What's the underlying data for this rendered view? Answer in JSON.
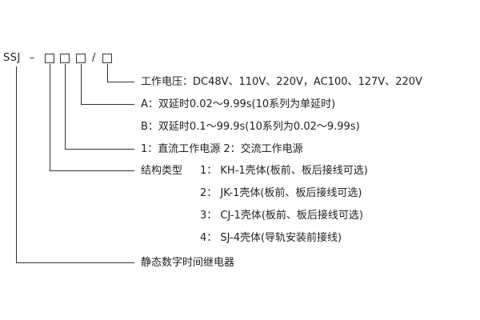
{
  "model_code": {
    "prefix": "SSJ",
    "dash": "–",
    "slash": "/"
  },
  "descriptions": {
    "voltage": "工作电压：DC48V、110V、220V，AC100、127V、220V",
    "range_a": "A：双延时0.02～9.99s(10系列为单延时)",
    "range_b": "B：双延时0.1～99.9s(10系列为0.02～9.99s)",
    "power_source": "1：直流工作电源  2：交流工作电源",
    "structure_title": "结构类型",
    "structure_items": [
      "1：  KH-1壳体(板前、板后接线可选)",
      "2：  JK-1壳体(板前、板后接线可选)",
      "3：  CJ-1壳体(板前、板后接线可选)",
      "4：  SJ-4壳体(导轨安装前接线)"
    ],
    "product_name": "静态数字时间继电器"
  },
  "colors": {
    "line": "#333333",
    "text": "#222222",
    "background": "#ffffff"
  }
}
